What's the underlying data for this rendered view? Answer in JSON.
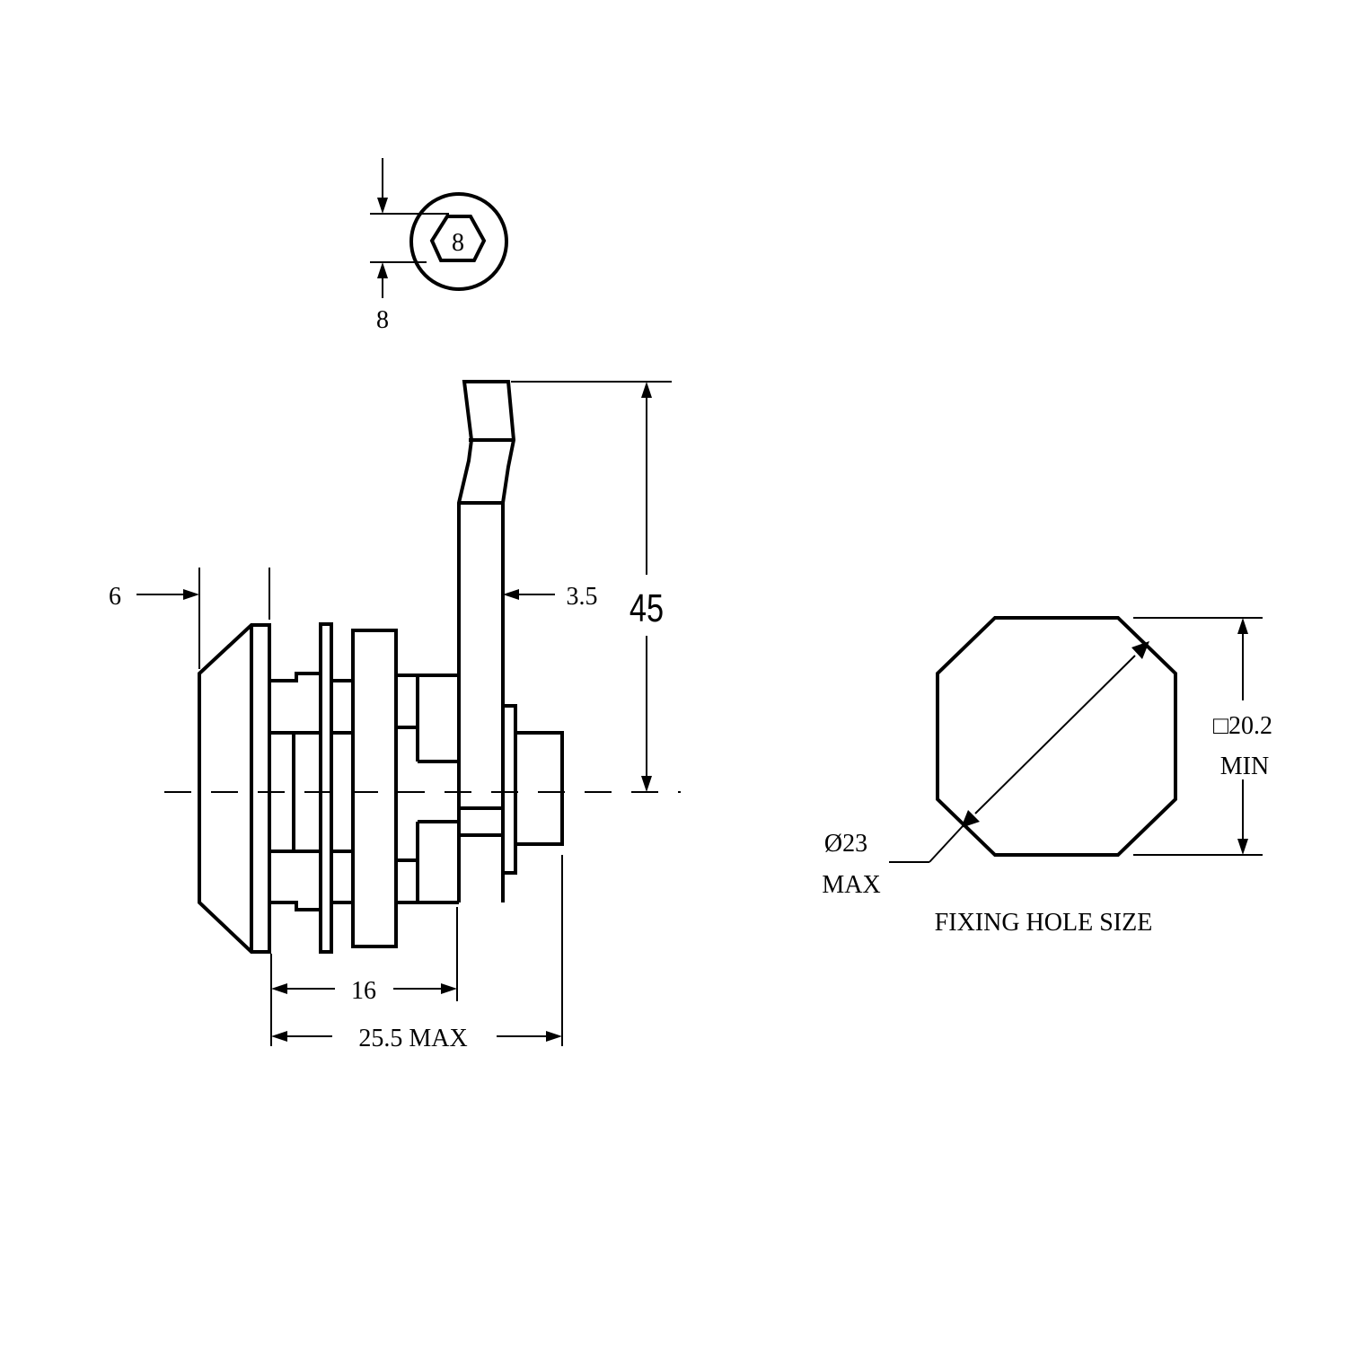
{
  "drawing": {
    "key_code_label": "8",
    "key_dimension": "8",
    "dim_front_thickness": "6",
    "dim_cam_thickness": "3.5",
    "dim_cam_height": "45",
    "dim_body_length": "16",
    "dim_overall_length": "25.5 MAX",
    "hole_square": "□20.2",
    "hole_square_note": "MIN",
    "hole_diameter": "Ø23",
    "hole_diameter_note": "MAX",
    "hole_caption": "FIXING HOLE SIZE"
  }
}
